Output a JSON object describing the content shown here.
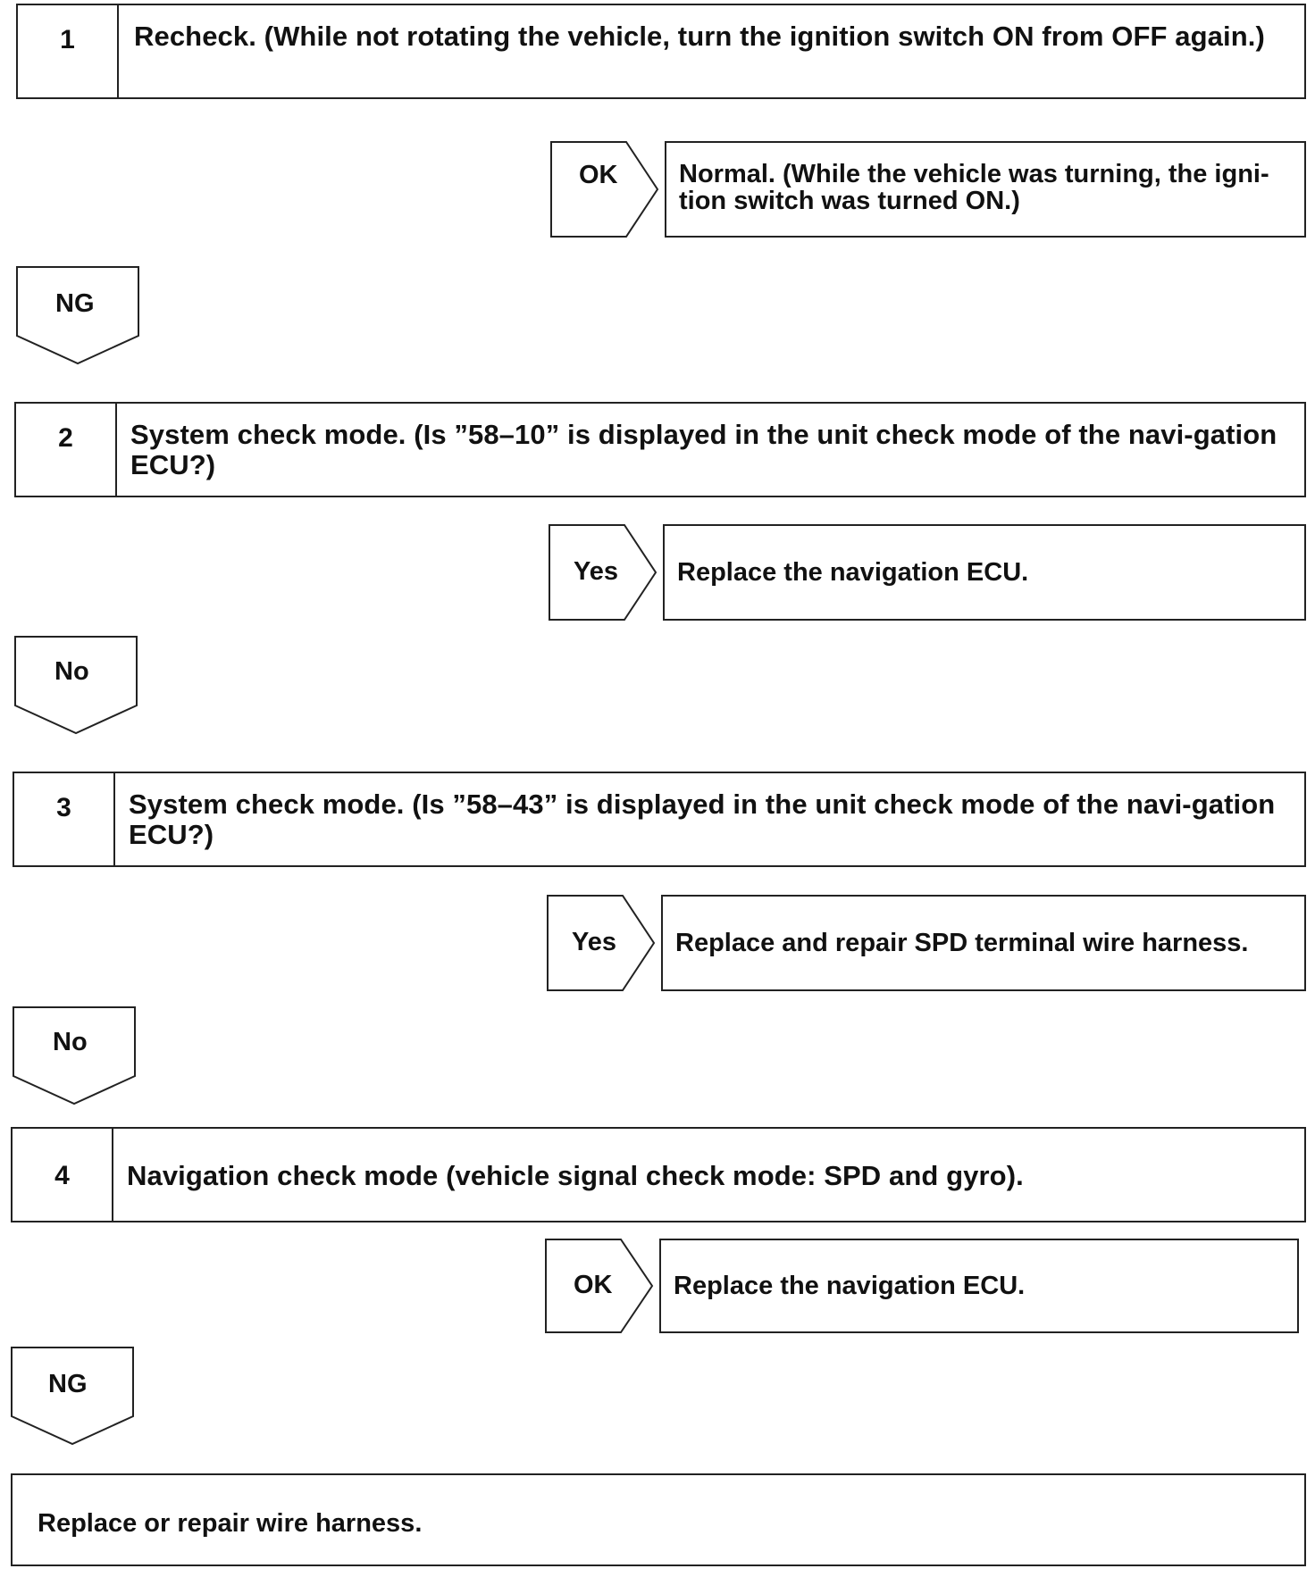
{
  "steps": [
    {
      "number": "1",
      "text": "Recheck. (While not rotating the vehicle, turn the ignition switch ON from OFF again.)"
    },
    {
      "number": "2",
      "text": "System check mode. (Is ”58–10” is displayed in the unit check mode of the navi-gation ECU?)"
    },
    {
      "number": "3",
      "text": "System check mode. (Is ”58–43” is displayed in the unit check mode of the navi-gation ECU?)"
    },
    {
      "number": "4",
      "text": "Navigation check mode (vehicle signal check mode: SPD and gyro)."
    }
  ],
  "branches": [
    {
      "label": "OK",
      "result": "Normal. (While the vehicle was turning, the igni-tion switch was turned ON.)"
    },
    {
      "label": "Yes",
      "result": "Replace the navigation ECU."
    },
    {
      "label": "Yes",
      "result": "Replace and repair SPD terminal wire harness."
    },
    {
      "label": "OK",
      "result": "Replace the navigation ECU."
    }
  ],
  "down_tags": [
    "NG",
    "No",
    "No",
    "NG"
  ],
  "final_step": "Replace or repair wire harness."
}
